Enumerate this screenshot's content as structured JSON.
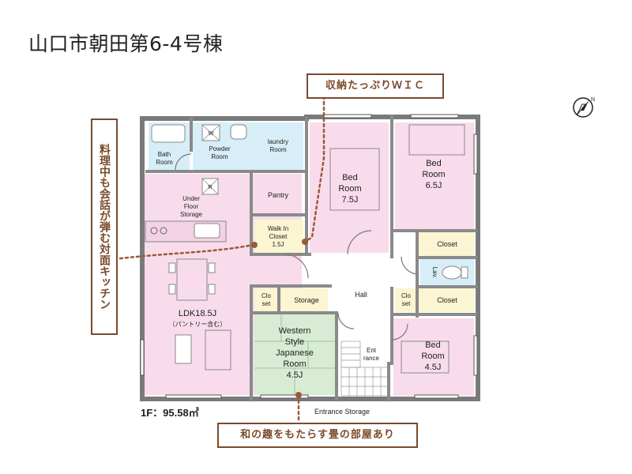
{
  "title": "山口市朝田第6-4号棟",
  "callouts": {
    "top": "収納たっぷりＷＩＣ",
    "left": "料理中も会話が弾む対面キッチン",
    "bottom": "和の趣をもたらす畳の部屋あり"
  },
  "compass": {
    "letter": "N"
  },
  "floor_area": "1F：95.58㎡",
  "rooms": {
    "bath": [
      "Bath",
      "Room"
    ],
    "powder": [
      "Powder",
      "Room"
    ],
    "laundry": [
      "laundry",
      "Room"
    ],
    "w_mark": "W",
    "r_mark": "R",
    "under_floor": [
      "Under",
      "Floor",
      "Storage"
    ],
    "pantry": "Pantry",
    "wic": [
      "Walk In",
      "Closet",
      "1.5J"
    ],
    "ldk": [
      "LDK18.5J",
      "（パントリー含む）"
    ],
    "bed1": [
      "Bed",
      "Room",
      "7.5J"
    ],
    "bed2": [
      "Bed",
      "Room",
      "6.5J"
    ],
    "closet_a": "Closet",
    "lav": "Lav.",
    "closet_b": "Closet",
    "clo_set_a": [
      "Clo",
      "set"
    ],
    "clo_set_b": [
      "Clo",
      "set"
    ],
    "storage": "Storage",
    "hall": "Hall",
    "japanese": [
      "Western",
      "Style",
      "Japanese",
      "Room",
      "4.5J"
    ],
    "entrance": [
      "Ent",
      "rance"
    ],
    "bed3": [
      "Bed",
      "Room",
      "4.5J"
    ],
    "entrance_storage": "Entrance Storage"
  },
  "colors": {
    "pink": "#f8dcec",
    "blue": "#d7eef8",
    "yellow": "#fbf5d2",
    "green": "#d8ecd4",
    "wall": "#7a7a7a",
    "callout": "#7a4a2b"
  }
}
